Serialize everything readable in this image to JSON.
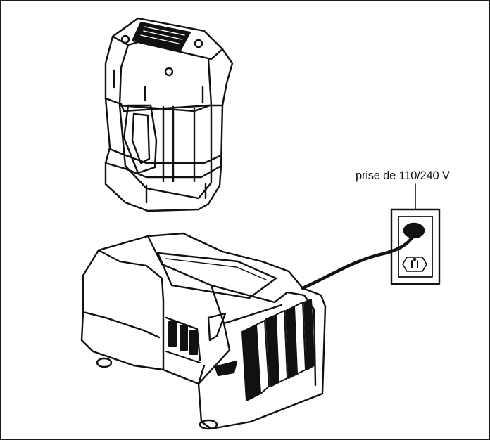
{
  "diagram": {
    "callout_label": "prise de 110/240 V",
    "line_color": "#111111",
    "background_color": "#ffffff",
    "elements": {
      "battery": "battery-pack",
      "charger": "charger-base",
      "outlet": "wall-outlet",
      "plug": "plug",
      "cord": "power-cord"
    }
  }
}
